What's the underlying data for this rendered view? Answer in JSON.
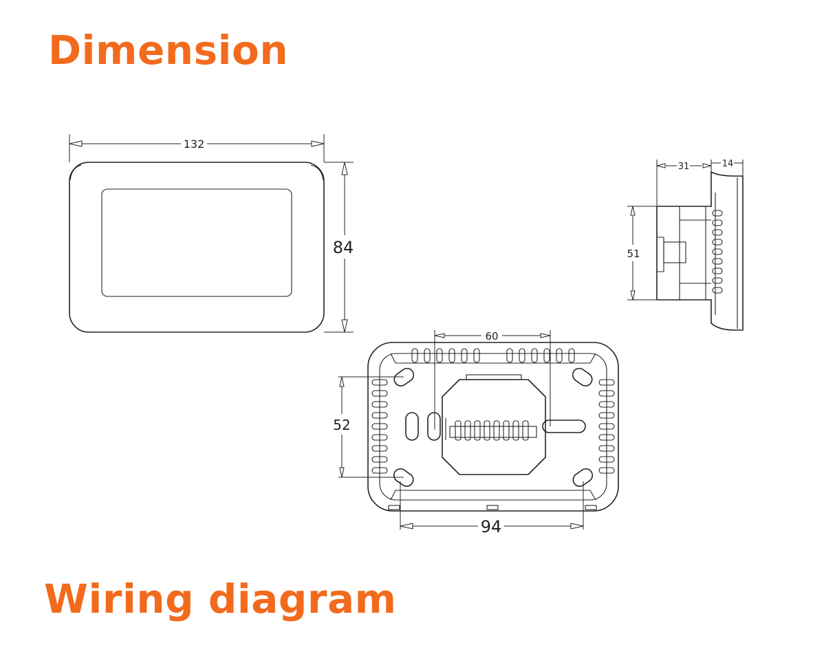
{
  "titles": {
    "dimension": "Dimension",
    "wiring": "Wiring diagram"
  },
  "colors": {
    "heading": "#f26b1d",
    "line": "#222222"
  },
  "dimensions": {
    "front_width": "132",
    "front_height": "84",
    "side_depth_base": "31",
    "side_depth_front": "14",
    "side_height": "51",
    "back_hole_spacing_top": "60",
    "back_hole_spacing_vertical": "52",
    "back_hole_spacing_bottom": "94"
  }
}
